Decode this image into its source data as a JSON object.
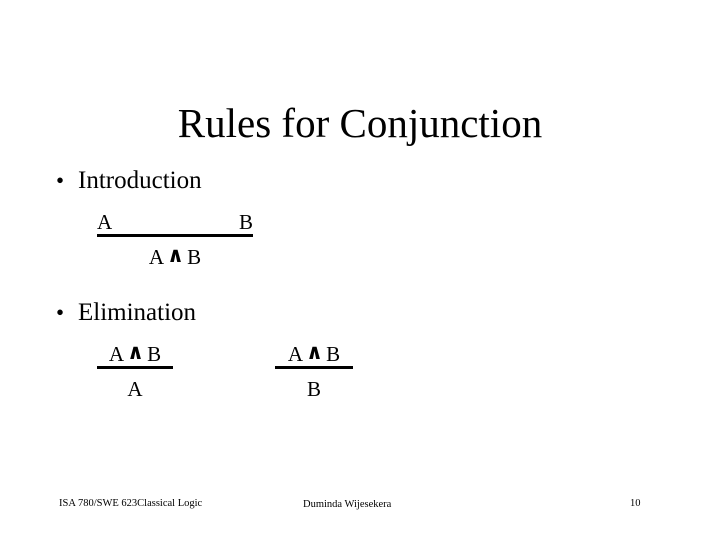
{
  "slide": {
    "title": "Rules for Conjunction",
    "background_color": "#ffffff",
    "text_color": "#000000"
  },
  "sections": [
    {
      "bullet_glyph": "•",
      "label": "Introduction",
      "rules": [
        {
          "premise_left": "A",
          "premise_right": "B",
          "conclusion_left": "A",
          "operator": "∧",
          "conclusion_right": "B"
        }
      ]
    },
    {
      "bullet_glyph": "•",
      "label": "Elimination",
      "rules": [
        {
          "premise_left": "A",
          "operator": "∧",
          "premise_right": "B",
          "conclusion": "A"
        },
        {
          "premise_left": "A",
          "operator": "∧",
          "premise_right": "B",
          "conclusion": "B"
        }
      ]
    }
  ],
  "footer": {
    "course": "ISA 780/SWE 623Classical Logic",
    "author": "Duminda Wijesekera",
    "page_number": "10"
  }
}
